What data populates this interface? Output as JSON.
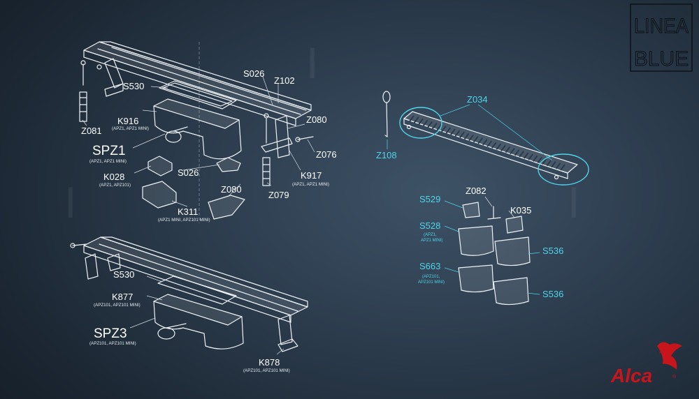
{
  "brand": {
    "corner_logo_line1": "LINEA",
    "corner_logo_line2": "BLUE",
    "logo_text": "Alca",
    "logo_symbol": "bird-icon",
    "accent_color": "#c8141b"
  },
  "colors": {
    "label": "#ffffff",
    "highlight_label": "#4fd4e8",
    "line_art": "#eef2f6"
  },
  "group_spz1": {
    "labels": {
      "s026_top": "S026",
      "z102": "Z102",
      "s530": "S530",
      "k916": "K916",
      "k916_note": "(APZ1, APZ1 MINI)",
      "z081": "Z081",
      "spz1": "SPZ1",
      "spz1_note": "(APZ1, APZ1 MINI)",
      "z080_right": "Z080",
      "z076": "Z076",
      "k028": "K028",
      "k028_note": "(APZ1, APZ101)",
      "s026_bottom": "S026",
      "k917": "K917",
      "k917_note": "(APZ1, APZ1 MINI)",
      "z080_bottom": "Z080",
      "z079": "Z079",
      "k311": "K311",
      "k311_note": "(APZ1 MINI, APZ101 MINI)"
    }
  },
  "group_spz3": {
    "labels": {
      "s530": "S530",
      "k877": "K877",
      "k877_note": "(APZ101, APZ101 MINI)",
      "spz3": "SPZ3",
      "spz3_note": "(APZ101, APZ101 MINI)",
      "k878": "K878",
      "k878_note": "(APZ101, APZ101 MINI)"
    }
  },
  "group_grate": {
    "labels": {
      "z034": "Z034",
      "z108": "Z108"
    }
  },
  "group_traps": {
    "labels": {
      "s529": "S529",
      "z082": "Z082",
      "k035": "K035",
      "s528": "S528",
      "s528_note_1": "(APZ1,",
      "s528_note_2": "APZ1 MINI)",
      "s536_top": "S536",
      "s663": "S663",
      "s663_note_1": "(APZ101,",
      "s663_note_2": "APZ101 MINI)",
      "s536_bottom": "S536"
    }
  }
}
